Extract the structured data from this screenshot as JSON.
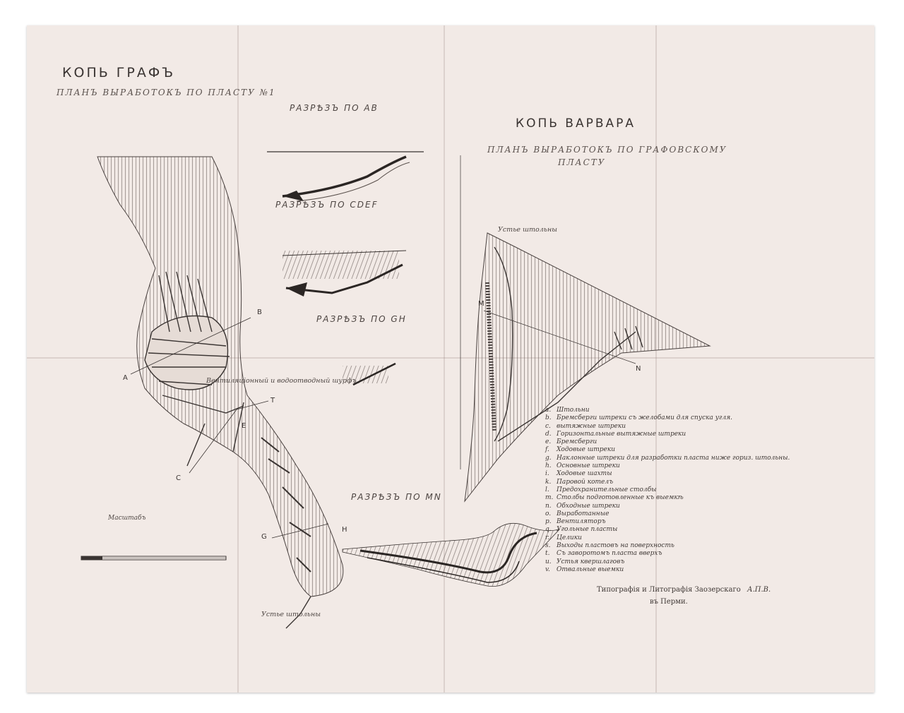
{
  "colors": {
    "paper": "#f2eae6",
    "ink": "#3a3432",
    "background": "#ffffff"
  },
  "titles": {
    "graf": "КОПЬ ГРАФЪ",
    "graf_sub": "ПЛАНЪ ВЫРАБОТОКЪ ПО ПЛАСТУ №1",
    "varvara": "КОПЬ ВАРВАРА",
    "varvara_sub1": "ПЛАНЪ ВЫРАБОТОКЪ ПО ГРАФОВСКОМУ",
    "varvara_sub2": "ПЛАСТУ"
  },
  "sections": {
    "ab": "РАЗРѢЗЪ ПО АВ",
    "cdef": "РАЗРѢЗЪ ПО CDEF",
    "gh": "РАЗРѢЗЪ ПО GH",
    "mn": "РАЗРѢЗЪ ПО MN"
  },
  "notes": {
    "ventilation": "Вентиляціонный и водоотводный шурфъ",
    "scale": "Масштабъ",
    "ustie": "Устье штольны",
    "ustie_varvara": "Устье штольны",
    "printer1": "Типографія и Литографія Заозерскаго",
    "printer2": "въ Перми.",
    "mark": "А.П.В."
  },
  "points": {
    "graf": [
      "A",
      "B",
      "C",
      "E",
      "T",
      "G",
      "H"
    ],
    "varvara": [
      "M",
      "N"
    ]
  },
  "legend": [
    {
      "k": "a.",
      "t": "Штольни"
    },
    {
      "k": "b.",
      "t": "Бремсберги штреки съ желобами для спуска угля."
    },
    {
      "k": "c.",
      "t": "вытяжные штреки"
    },
    {
      "k": "d.",
      "t": "Горизонтальные вытяжные штреки"
    },
    {
      "k": "e.",
      "t": "Бремсберги"
    },
    {
      "k": "f.",
      "t": "Ходовые штреки"
    },
    {
      "k": "g.",
      "t": "Наклонные штреки для разработки пласта ниже гориз. штольны."
    },
    {
      "k": "h.",
      "t": "Основные штреки"
    },
    {
      "k": "i.",
      "t": "Ходовые шахты"
    },
    {
      "k": "k.",
      "t": "Паровой котелъ"
    },
    {
      "k": "l.",
      "t": "Предохранительные столбы"
    },
    {
      "k": "m.",
      "t": "Столбы подготовленные къ выемкѣ"
    },
    {
      "k": "n.",
      "t": "Обходные штреки"
    },
    {
      "k": "o.",
      "t": "Выработанные"
    },
    {
      "k": "p.",
      "t": "Вентиляторъ"
    },
    {
      "k": "q.",
      "t": "Угольные пласты"
    },
    {
      "k": "r.",
      "t": "Целики"
    },
    {
      "k": "s.",
      "t": "Выходы пластовъ на поверхность"
    },
    {
      "k": "t.",
      "t": "Съ заворотомъ пласта вверхъ"
    },
    {
      "k": "u.",
      "t": "Устья квершлаговъ"
    },
    {
      "k": "v.",
      "t": "Отвальные выемки"
    }
  ]
}
